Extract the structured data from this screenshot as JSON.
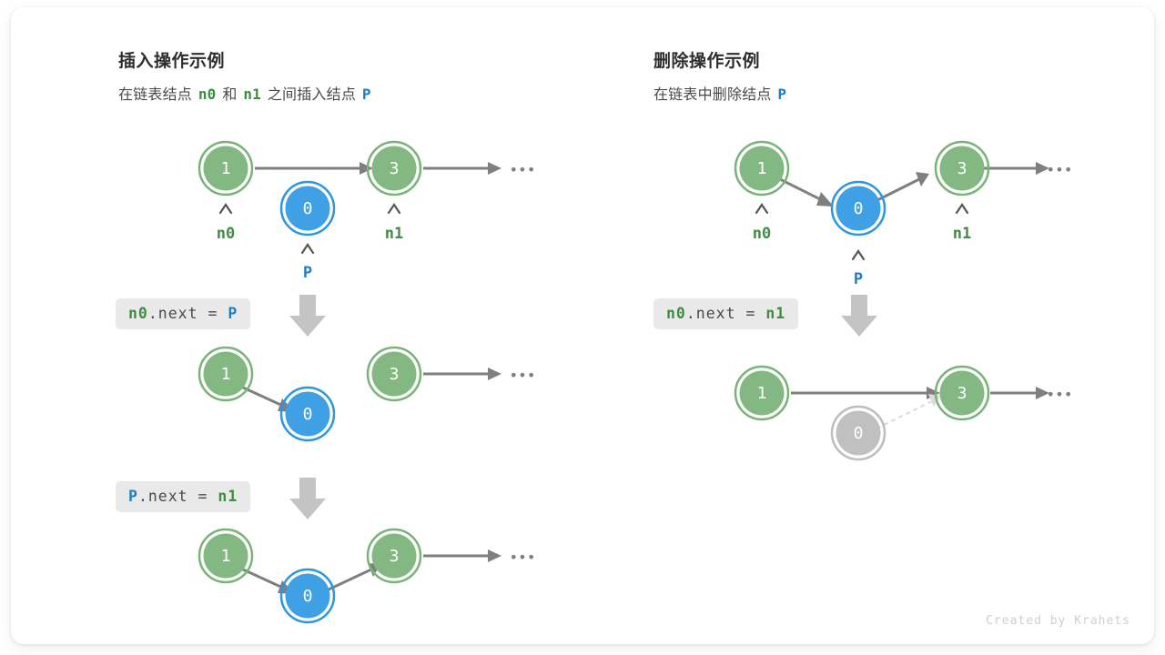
{
  "theme": {
    "node_green_fill": "#84b882",
    "node_green_ring": "#79b377",
    "node_blue_fill": "#3fa0e5",
    "node_blue_ring": "#2e95e0",
    "node_gray_fill": "#c0c0c0",
    "node_gray_ring": "#bdbdbd",
    "arrow_gray": "#7f7f7f",
    "arrow_faded": "#dcdcdc",
    "big_arrow": "#c4c4c4",
    "label_green": "#3e8e41",
    "label_blue": "#1a7fc9",
    "code_bg": "#e9e9e9",
    "code_text": "#4a4a4a"
  },
  "left_panel": {
    "title": "插入操作示例",
    "subtitle_parts": [
      {
        "text": "在链表结点",
        "kind": "plain"
      },
      {
        "text": "n0",
        "kind": "green"
      },
      {
        "text": "和",
        "kind": "plain"
      },
      {
        "text": "n1",
        "kind": "green"
      },
      {
        "text": "之间插入结点",
        "kind": "plain"
      },
      {
        "text": "P",
        "kind": "blue"
      }
    ],
    "steps": [
      {
        "code_parts": [
          {
            "text": "n0",
            "kind": "green"
          },
          {
            "text": ".next = ",
            "kind": "plain"
          },
          {
            "text": "P",
            "kind": "blue"
          }
        ]
      },
      {
        "code_parts": [
          {
            "text": "P",
            "kind": "blue"
          },
          {
            "text": ".next = ",
            "kind": "plain"
          },
          {
            "text": "n1",
            "kind": "green"
          }
        ]
      }
    ],
    "rows": [
      {
        "name": "initial-state",
        "nodes": [
          {
            "value": "1",
            "color": "green",
            "pointer_caret": true,
            "pointer_label": "n0",
            "pointer_color": "green"
          },
          {
            "value": "0",
            "color": "blue",
            "pointer_caret": true,
            "pointer_label": "P",
            "pointer_color": "blue"
          },
          {
            "value": "3",
            "color": "green",
            "pointer_caret": true,
            "pointer_label": "n1",
            "pointer_color": "green"
          }
        ],
        "ellipsis": "•••"
      },
      {
        "name": "after-n0-next-p",
        "nodes": [
          {
            "value": "1",
            "color": "green"
          },
          {
            "value": "0",
            "color": "blue"
          },
          {
            "value": "3",
            "color": "green"
          }
        ],
        "ellipsis": "•••"
      },
      {
        "name": "after-p-next-n1",
        "nodes": [
          {
            "value": "1",
            "color": "green"
          },
          {
            "value": "0",
            "color": "blue"
          },
          {
            "value": "3",
            "color": "green"
          }
        ],
        "ellipsis": "•••"
      }
    ]
  },
  "right_panel": {
    "title": "删除操作示例",
    "subtitle_parts": [
      {
        "text": "在链表中删除结点",
        "kind": "plain"
      },
      {
        "text": "P",
        "kind": "blue"
      }
    ],
    "steps": [
      {
        "code_parts": [
          {
            "text": "n0",
            "kind": "green"
          },
          {
            "text": ".next = ",
            "kind": "plain"
          },
          {
            "text": "n1",
            "kind": "green"
          }
        ]
      }
    ],
    "rows": [
      {
        "name": "initial-state",
        "nodes": [
          {
            "value": "1",
            "color": "green",
            "pointer_caret": true,
            "pointer_label": "n0",
            "pointer_color": "green"
          },
          {
            "value": "0",
            "color": "blue",
            "pointer_caret": true,
            "pointer_label": "P",
            "pointer_color": "blue"
          },
          {
            "value": "3",
            "color": "green",
            "pointer_caret": true,
            "pointer_label": "n1",
            "pointer_color": "green"
          }
        ],
        "ellipsis": "•••"
      },
      {
        "name": "after-deletion",
        "nodes": [
          {
            "value": "1",
            "color": "green"
          },
          {
            "value": "0",
            "color": "gray"
          },
          {
            "value": "3",
            "color": "green"
          }
        ],
        "ellipsis": "•••"
      }
    ]
  },
  "footer": {
    "credit": "Created by Krahets"
  }
}
